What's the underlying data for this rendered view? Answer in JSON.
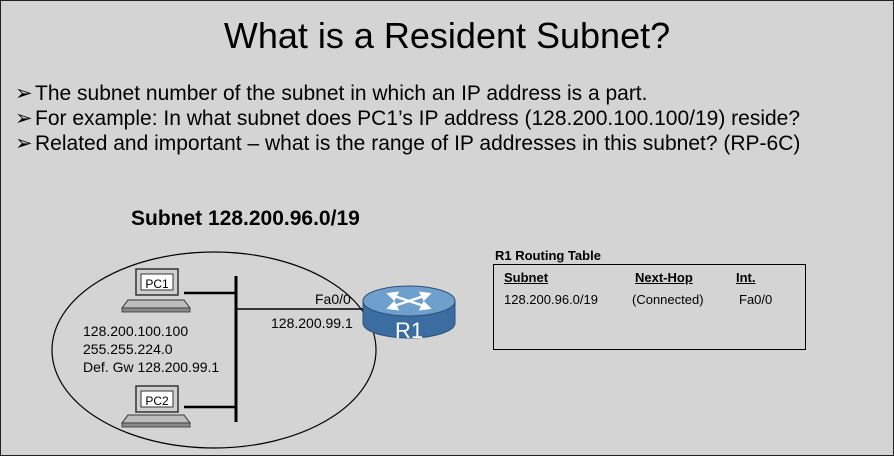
{
  "title": "What is a Resident Subnet?",
  "bullets": [
    "The subnet number of the subnet in which an IP address is a part.",
    "For example: In what subnet does PC1’s IP address (128.200.100.100/19) reside?",
    "Related and important – what is the range of IP addresses in this subnet? (RP-6C)"
  ],
  "bullet_marker": "➢",
  "diagram": {
    "subnet_label": "Subnet 128.200.96.0/19",
    "pc1": {
      "label": "PC1",
      "ip": "128.200.100.100",
      "mask": "255.255.224.0",
      "gateway": "Def. Gw 128.200.99.1"
    },
    "pc2": {
      "label": "PC2"
    },
    "router": {
      "label": "R1",
      "interface": "Fa0/0",
      "ip": "128.200.99.1"
    }
  },
  "routing_table": {
    "title": "R1 Routing Table",
    "headers": [
      "Subnet",
      "Next-Hop",
      "Int."
    ],
    "rows": [
      [
        "128.200.96.0/19",
        "(Connected)",
        "Fa0/0"
      ]
    ]
  }
}
